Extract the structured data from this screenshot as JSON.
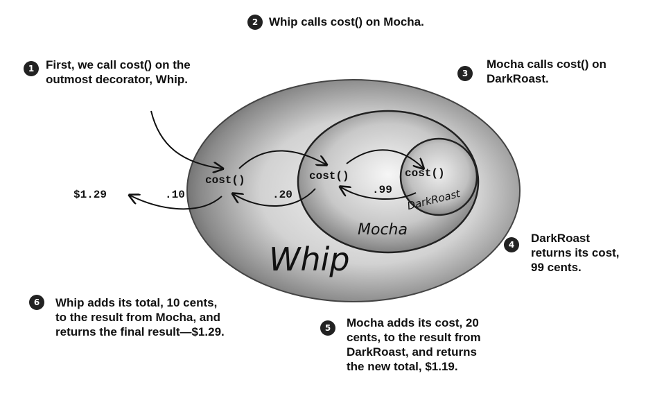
{
  "steps": [
    {
      "num": "1",
      "text": "First, we call cost() on the\noutmost decorator, Whip."
    },
    {
      "num": "2",
      "text": "Whip calls cost() on Mocha."
    },
    {
      "num": "3",
      "text": "Mocha calls cost() on\nDarkRoast."
    },
    {
      "num": "4",
      "text": "DarkRoast\nreturns its cost,\n99 cents."
    },
    {
      "num": "5",
      "text": "Mocha adds its cost, 20\ncents, to the result from\nDarkRoast, and returns\nthe new total, $1.19."
    },
    {
      "num": "6",
      "text": "Whip adds its total, 10 cents,\nto the result from Mocha, and\nreturns the final result—$1.29."
    }
  ],
  "diagram": {
    "outer_label": "Whip",
    "middle_label": "Mocha",
    "inner_label": "DarkRoast",
    "method": "cost()",
    "whip_value": ".10",
    "mocha_value": ".20",
    "darkroast_value": ".99",
    "final_result": "$1.29"
  }
}
